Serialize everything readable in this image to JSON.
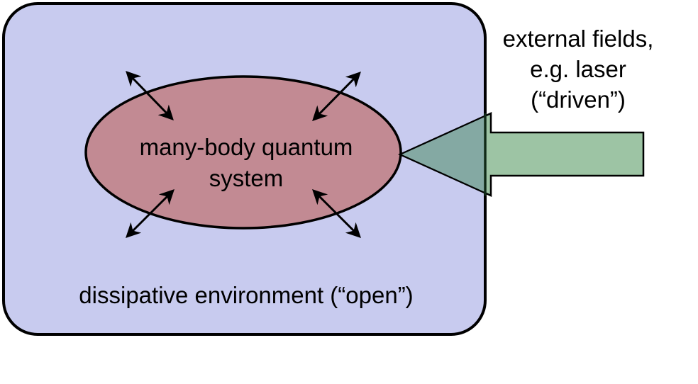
{
  "diagram": {
    "environment": {
      "label": "dissipative environment (“open”)",
      "fill": "#c8cbef",
      "stroke": "#000000"
    },
    "system": {
      "label_line1": "many-body quantum",
      "label_line2": "system",
      "fill": "#c28a93",
      "stroke": "#000000"
    },
    "drive": {
      "label_line1": "external fields,",
      "label_line2": "e.g. laser",
      "label_line3": "(“driven”)",
      "fill": "#9dc4a4",
      "overlap_fill": "#84a9a3",
      "stroke": "#000000"
    },
    "coupling_arrows": [
      {
        "name": "coupling-arrow-top-left",
        "direction": "bidirectional"
      },
      {
        "name": "coupling-arrow-top-right",
        "direction": "bidirectional"
      },
      {
        "name": "coupling-arrow-bottom-left",
        "direction": "bidirectional"
      },
      {
        "name": "coupling-arrow-bottom-right",
        "direction": "bidirectional"
      }
    ]
  }
}
